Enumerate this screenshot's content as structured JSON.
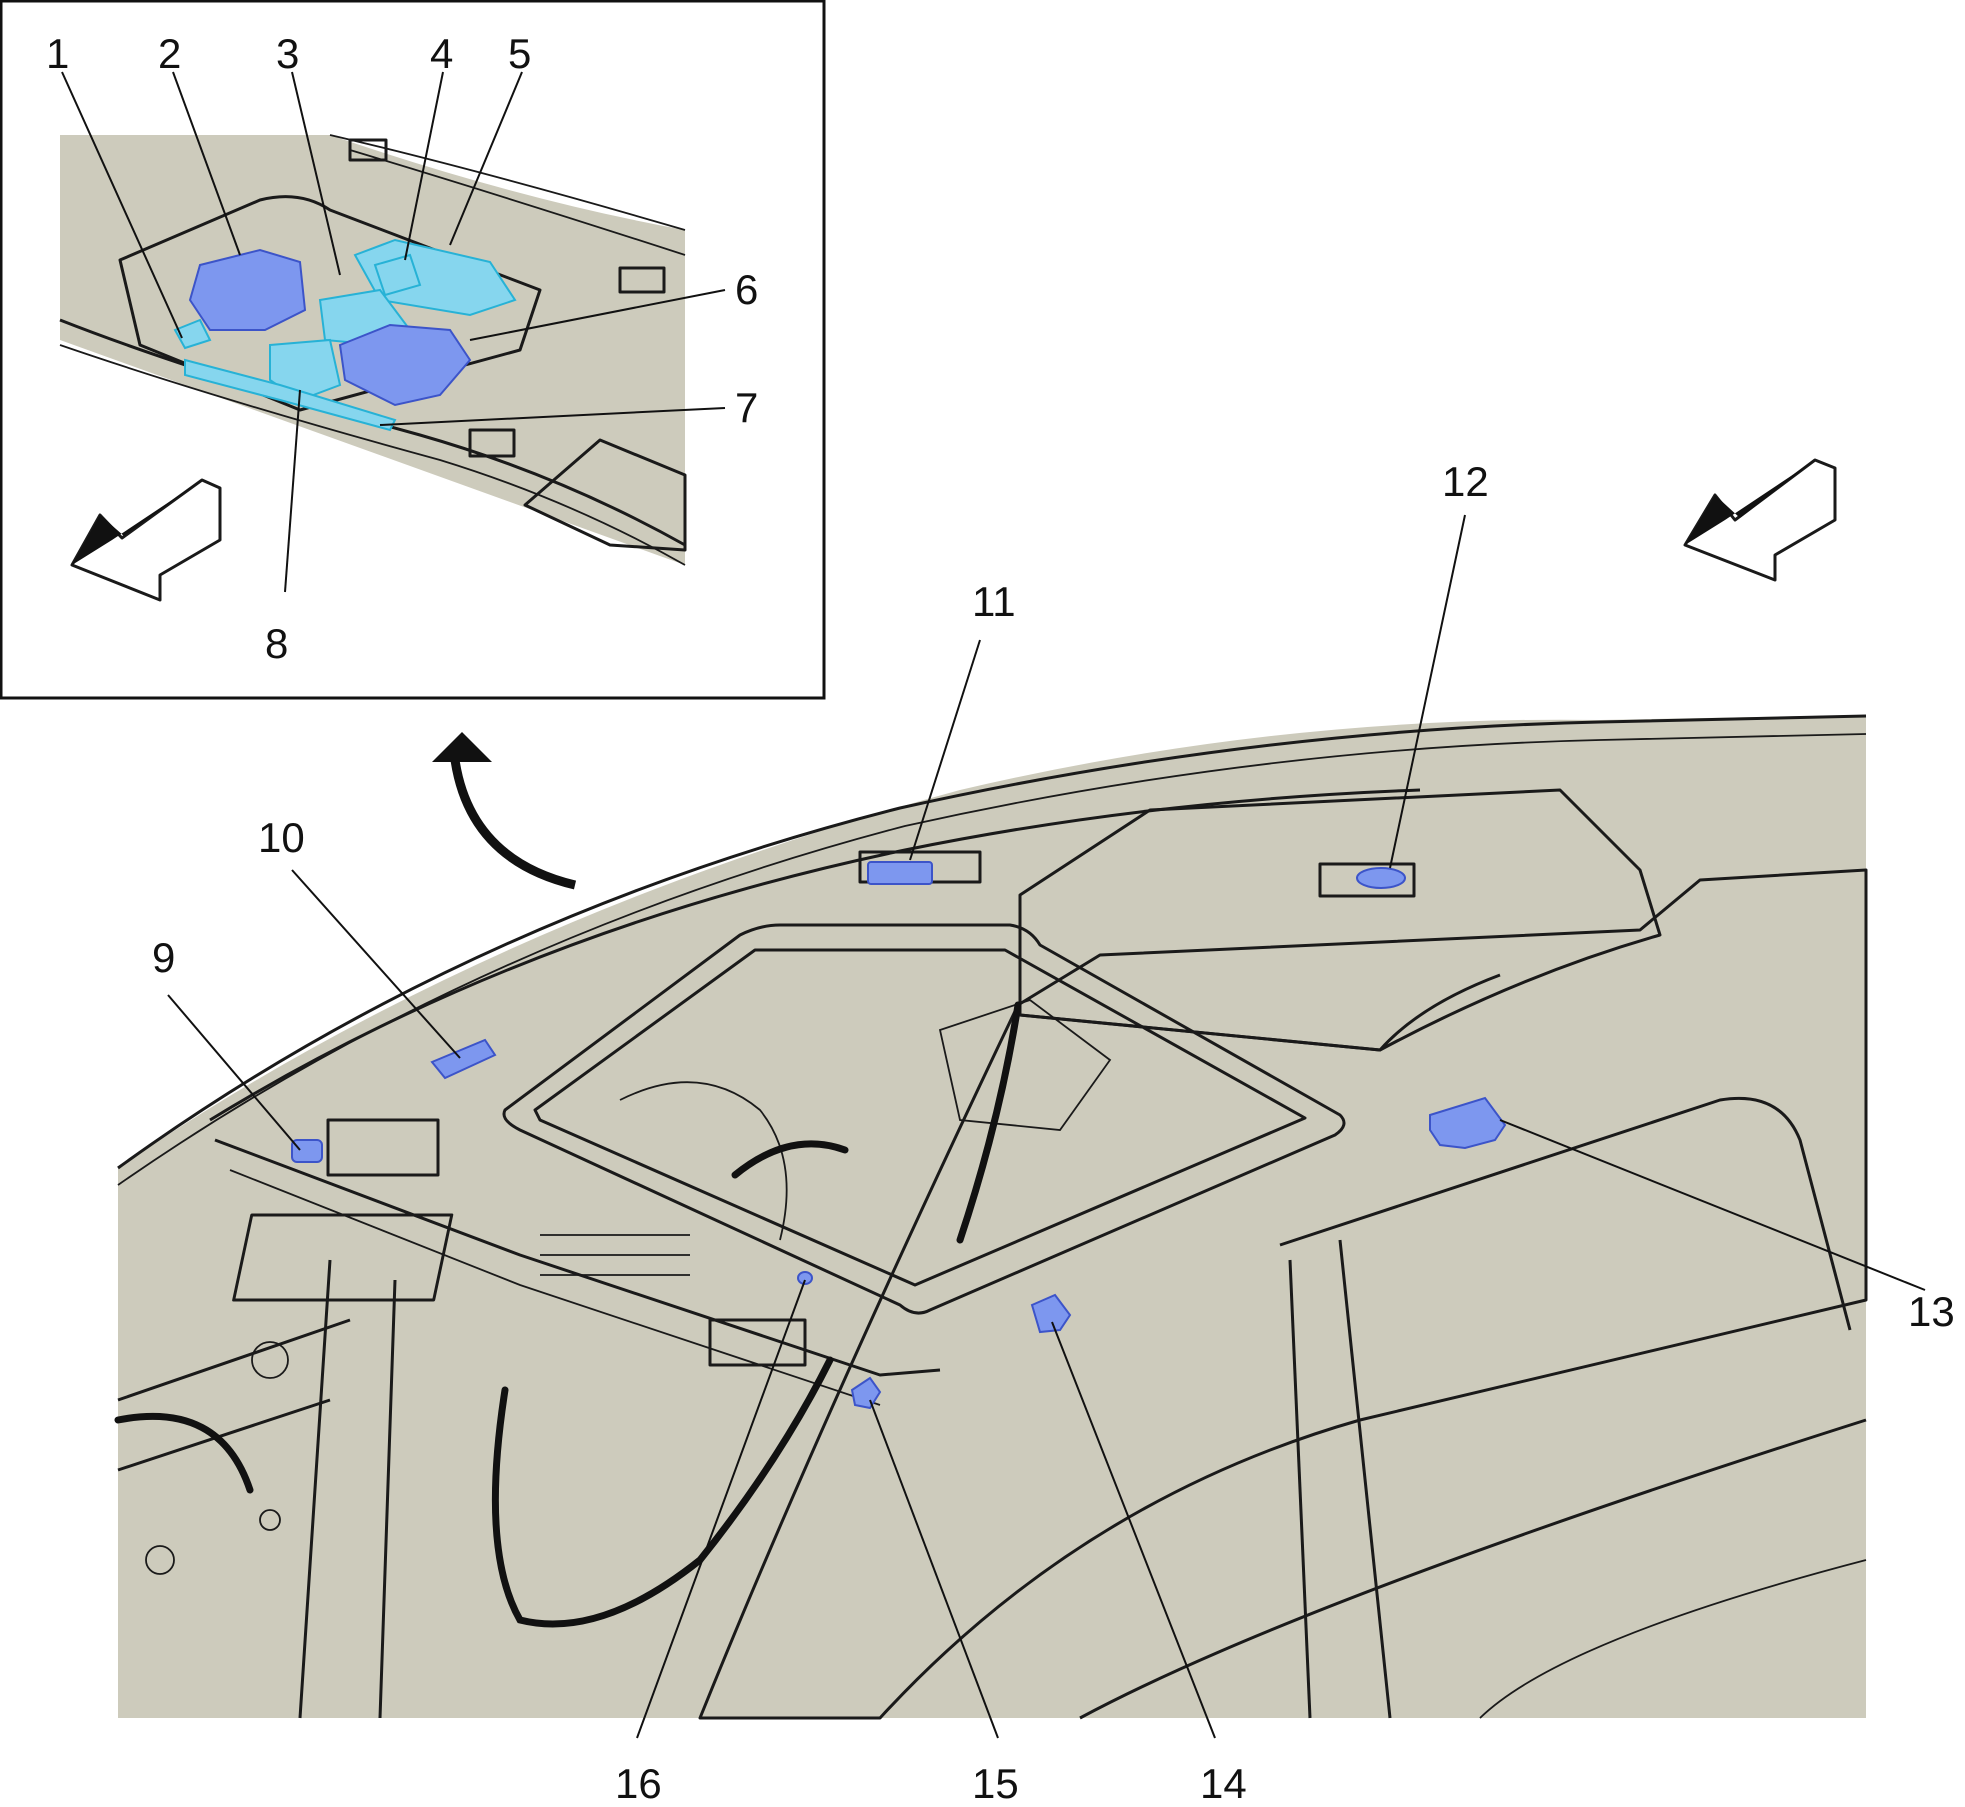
{
  "diagram": {
    "colors": {
      "background": "#ffffff",
      "body_fill": "#cdcbbc",
      "line": "#1a1a1a",
      "component_fill": "#7d97ef",
      "component_stroke": "#3c54c9",
      "inset_component_fill": "#86d6ee",
      "inset_component_stroke": "#27b2d6"
    },
    "icons": {
      "direction_arrow": "front-direction-arrow-icon",
      "zoom_arrow": "curved-arrow-icon"
    },
    "inset_callouts": [
      "1",
      "2",
      "3",
      "4",
      "5",
      "6",
      "7",
      "8"
    ],
    "main_callouts": [
      "9",
      "10",
      "11",
      "12",
      "13",
      "14",
      "15",
      "16"
    ]
  }
}
